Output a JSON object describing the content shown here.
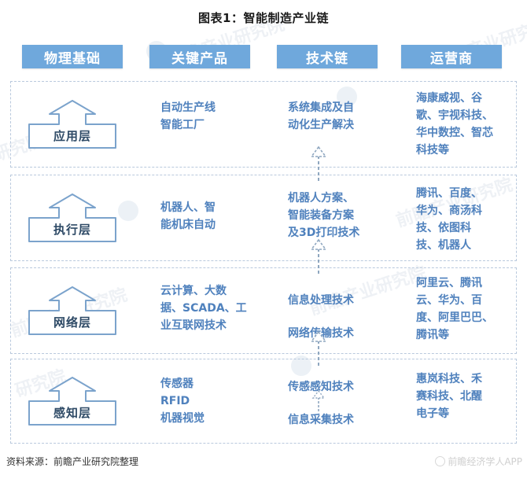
{
  "title": "图表1：智能制造产业链",
  "columns": [
    {
      "id": "physical-base",
      "label": "物理基础"
    },
    {
      "id": "key-products",
      "label": "关键产品"
    },
    {
      "id": "tech-chain",
      "label": "技术链"
    },
    {
      "id": "operators",
      "label": "运营商"
    }
  ],
  "layers": [
    {
      "id": "application-layer",
      "label": "应用层",
      "products": "自动生产线\n智能工厂",
      "tech_chain": "系统集成及自\n动化生产解决",
      "operators": "海康威视、谷\n歌、宇视科技、\n华中数控、智芯\n科技等"
    },
    {
      "id": "execution-layer",
      "label": "执行层",
      "products": "机器人、智\n能机床自动",
      "tech_chain": "机器人方案、\n智能装备方案\n及3D打印技术",
      "operators": "腾讯、百度、\n华为、商汤科\n技、依图科\n技、机器人"
    },
    {
      "id": "network-layer",
      "label": "网络层",
      "products": "云计算、大数\n据、SCADA、工\n业互联网技术",
      "tech_chain": "信息处理技术\n网络传输技术",
      "operators": "阿里云、腾讯\n云、华为、百\n度、阿里巴巴、\n腾讯等"
    },
    {
      "id": "perception-layer",
      "label": "感知层",
      "products": "传感器\nRFID\n机器视觉",
      "tech_chain": "传感感知技术\n信息采集技术",
      "operators": "惠岚科技、禾\n赛科技、北醒\n电子等"
    }
  ],
  "footer": {
    "source": "资料来源：前瞻产业研究院整理",
    "watermark": "前瞻经济学人APP"
  },
  "watermarks": {
    "institute": "前瞻产业研究院",
    "short": "研究院"
  },
  "colors": {
    "header_blue": "#6fa8dc",
    "text_blue": "#4f81bd",
    "label_text": "#2e4a66",
    "row_border": "#b9c9dd",
    "shape_stroke": "#7ba3cc",
    "title_black": "#1a1a1a"
  }
}
